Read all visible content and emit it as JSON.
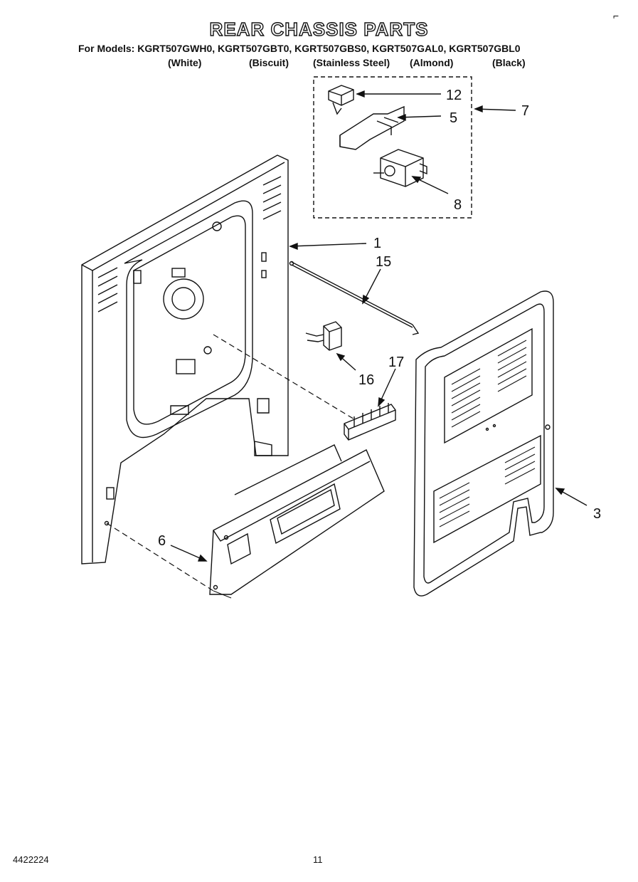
{
  "header": {
    "title": "REAR CHASSIS PARTS",
    "models": "For Models: KGRT507GWH0, KGRT507GBT0, KGRT507GBS0, KGRT507GAL0, KGRT507GBL0",
    "colors": [
      "(White)",
      "(Biscuit)",
      "(Stainless Steel)",
      "(Almond)",
      "(Black)"
    ]
  },
  "callouts": [
    "12",
    "5",
    "7",
    "8",
    "1",
    "15",
    "16",
    "17",
    "3",
    "6"
  ],
  "footer": {
    "doc_number": "4422224",
    "page_number": "11"
  },
  "corner_mark": "⌐"
}
